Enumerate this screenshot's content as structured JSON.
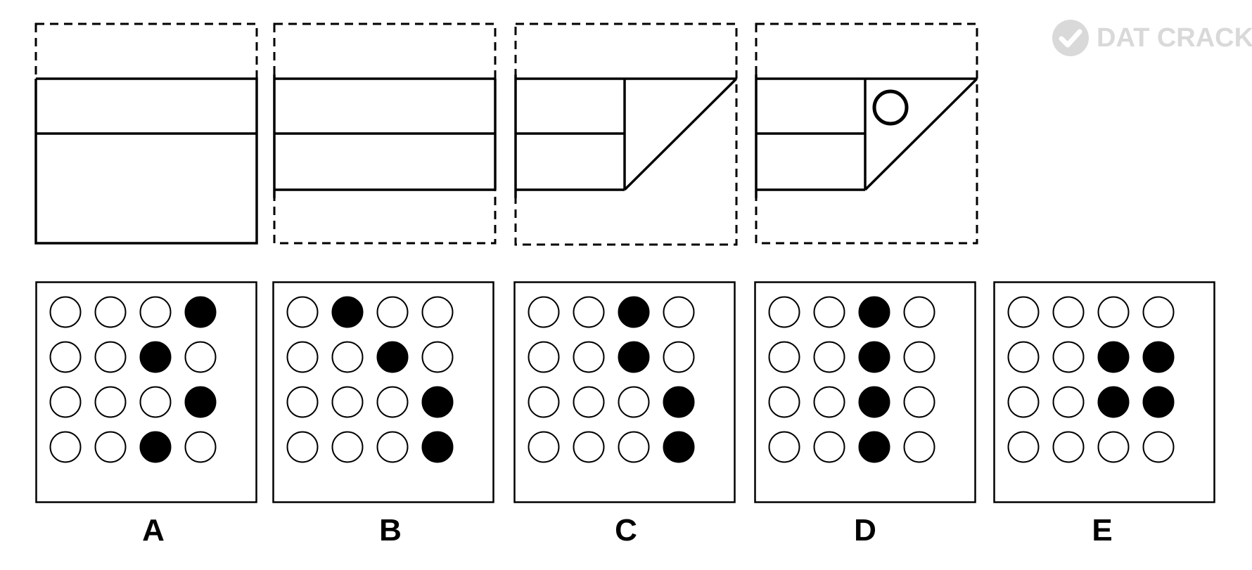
{
  "watermark": {
    "text": "DAT CRACKER",
    "icon": "check-circle-icon",
    "color": "#d9d9d9"
  },
  "folding_steps": [
    {
      "step": 1,
      "has_circle": false
    },
    {
      "step": 2,
      "has_circle": false
    },
    {
      "step": 3,
      "has_circle": false
    },
    {
      "step": 4,
      "has_circle": true
    }
  ],
  "answers": [
    {
      "label": "A",
      "grid": [
        [
          0,
          0,
          0,
          1
        ],
        [
          0,
          0,
          1,
          0
        ],
        [
          0,
          0,
          0,
          1
        ],
        [
          0,
          0,
          1,
          0
        ]
      ]
    },
    {
      "label": "B",
      "grid": [
        [
          0,
          1,
          0,
          0
        ],
        [
          0,
          0,
          1,
          0
        ],
        [
          0,
          0,
          0,
          1
        ],
        [
          0,
          0,
          0,
          1
        ]
      ]
    },
    {
      "label": "C",
      "grid": [
        [
          0,
          0,
          1,
          0
        ],
        [
          0,
          0,
          1,
          0
        ],
        [
          0,
          0,
          0,
          1
        ],
        [
          0,
          0,
          0,
          1
        ]
      ]
    },
    {
      "label": "D",
      "grid": [
        [
          0,
          0,
          1,
          0
        ],
        [
          0,
          0,
          1,
          0
        ],
        [
          0,
          0,
          1,
          0
        ],
        [
          0,
          0,
          1,
          0
        ]
      ]
    },
    {
      "label": "E",
      "grid": [
        [
          0,
          0,
          0,
          0
        ],
        [
          0,
          0,
          1,
          1
        ],
        [
          0,
          0,
          1,
          1
        ],
        [
          0,
          0,
          0,
          0
        ]
      ]
    }
  ],
  "colors": {
    "stroke": "#000000",
    "filled": "#000000",
    "empty": "#ffffff"
  }
}
